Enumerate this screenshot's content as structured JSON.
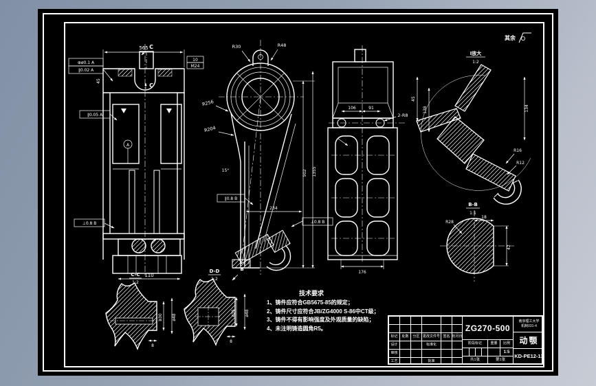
{
  "note_rest": "其余",
  "views": {
    "front": {
      "labels": [
        "565",
        "C",
        "C",
        "10",
        "M24",
        "45",
        "110",
        "A"
      ],
      "gdt": [
        "⊕ø0.1 A",
        "∥0.02 A",
        "∥0.05 A",
        "⊥0.8 B",
        "⊥0.8 B"
      ]
    },
    "side": {
      "labels": [
        "R30",
        "R48",
        "R256",
        "R204",
        "15°",
        "502",
        "1355",
        "234",
        "∥0.8 B"
      ]
    },
    "rear": {
      "labels": [
        "106",
        "91",
        "2-R8",
        "176"
      ]
    },
    "detail": {
      "label": "Ⅰ放大",
      "scale": "1:2",
      "labels": [
        "45",
        "138",
        "134",
        "R16",
        "R12"
      ]
    },
    "bb": {
      "label": "B-B",
      "scale": "1:1",
      "labels": [
        "18",
        "R28",
        "42"
      ]
    },
    "cc": {
      "label": "C-C",
      "scale": "1:2",
      "labels": [
        "ø30",
        "ø48",
        "8"
      ]
    },
    "dd": {
      "label": "D-D",
      "scale": "1:2",
      "labels": [
        "ø36",
        "ø48",
        "8"
      ],
      "arrow": "B"
    }
  },
  "tech": {
    "title": "技术要求",
    "lines": [
      "1、铸件应符合GB5675-85的规定；",
      "2、铸件尺寸应符合JB/ZG4000 S-86中CT级；",
      "3、铸件不得有影响强度及外观质量的缺陷；",
      "4、未注明铸造圆角R5。"
    ]
  },
  "tb": {
    "material": "ZG270-500",
    "part_name": "动颚",
    "drawing_no": "KD-PE12-13",
    "org_line1": "南京理工大学",
    "org_line2": "机制031-4",
    "scale_value": "1:5",
    "sheet_total": "共1张",
    "sheet_no": "第1张",
    "labels": {
      "mark": "标记",
      "qty": "处数",
      "zone": "分区",
      "doc": "更改文件号",
      "sign": "签名",
      "date": "年月日",
      "design": "设计",
      "standard": "标准化",
      "stage": "阶段标记",
      "weight": "重量",
      "scale": "比例",
      "audit": "审核",
      "process": "工艺",
      "approve": "批准"
    }
  }
}
